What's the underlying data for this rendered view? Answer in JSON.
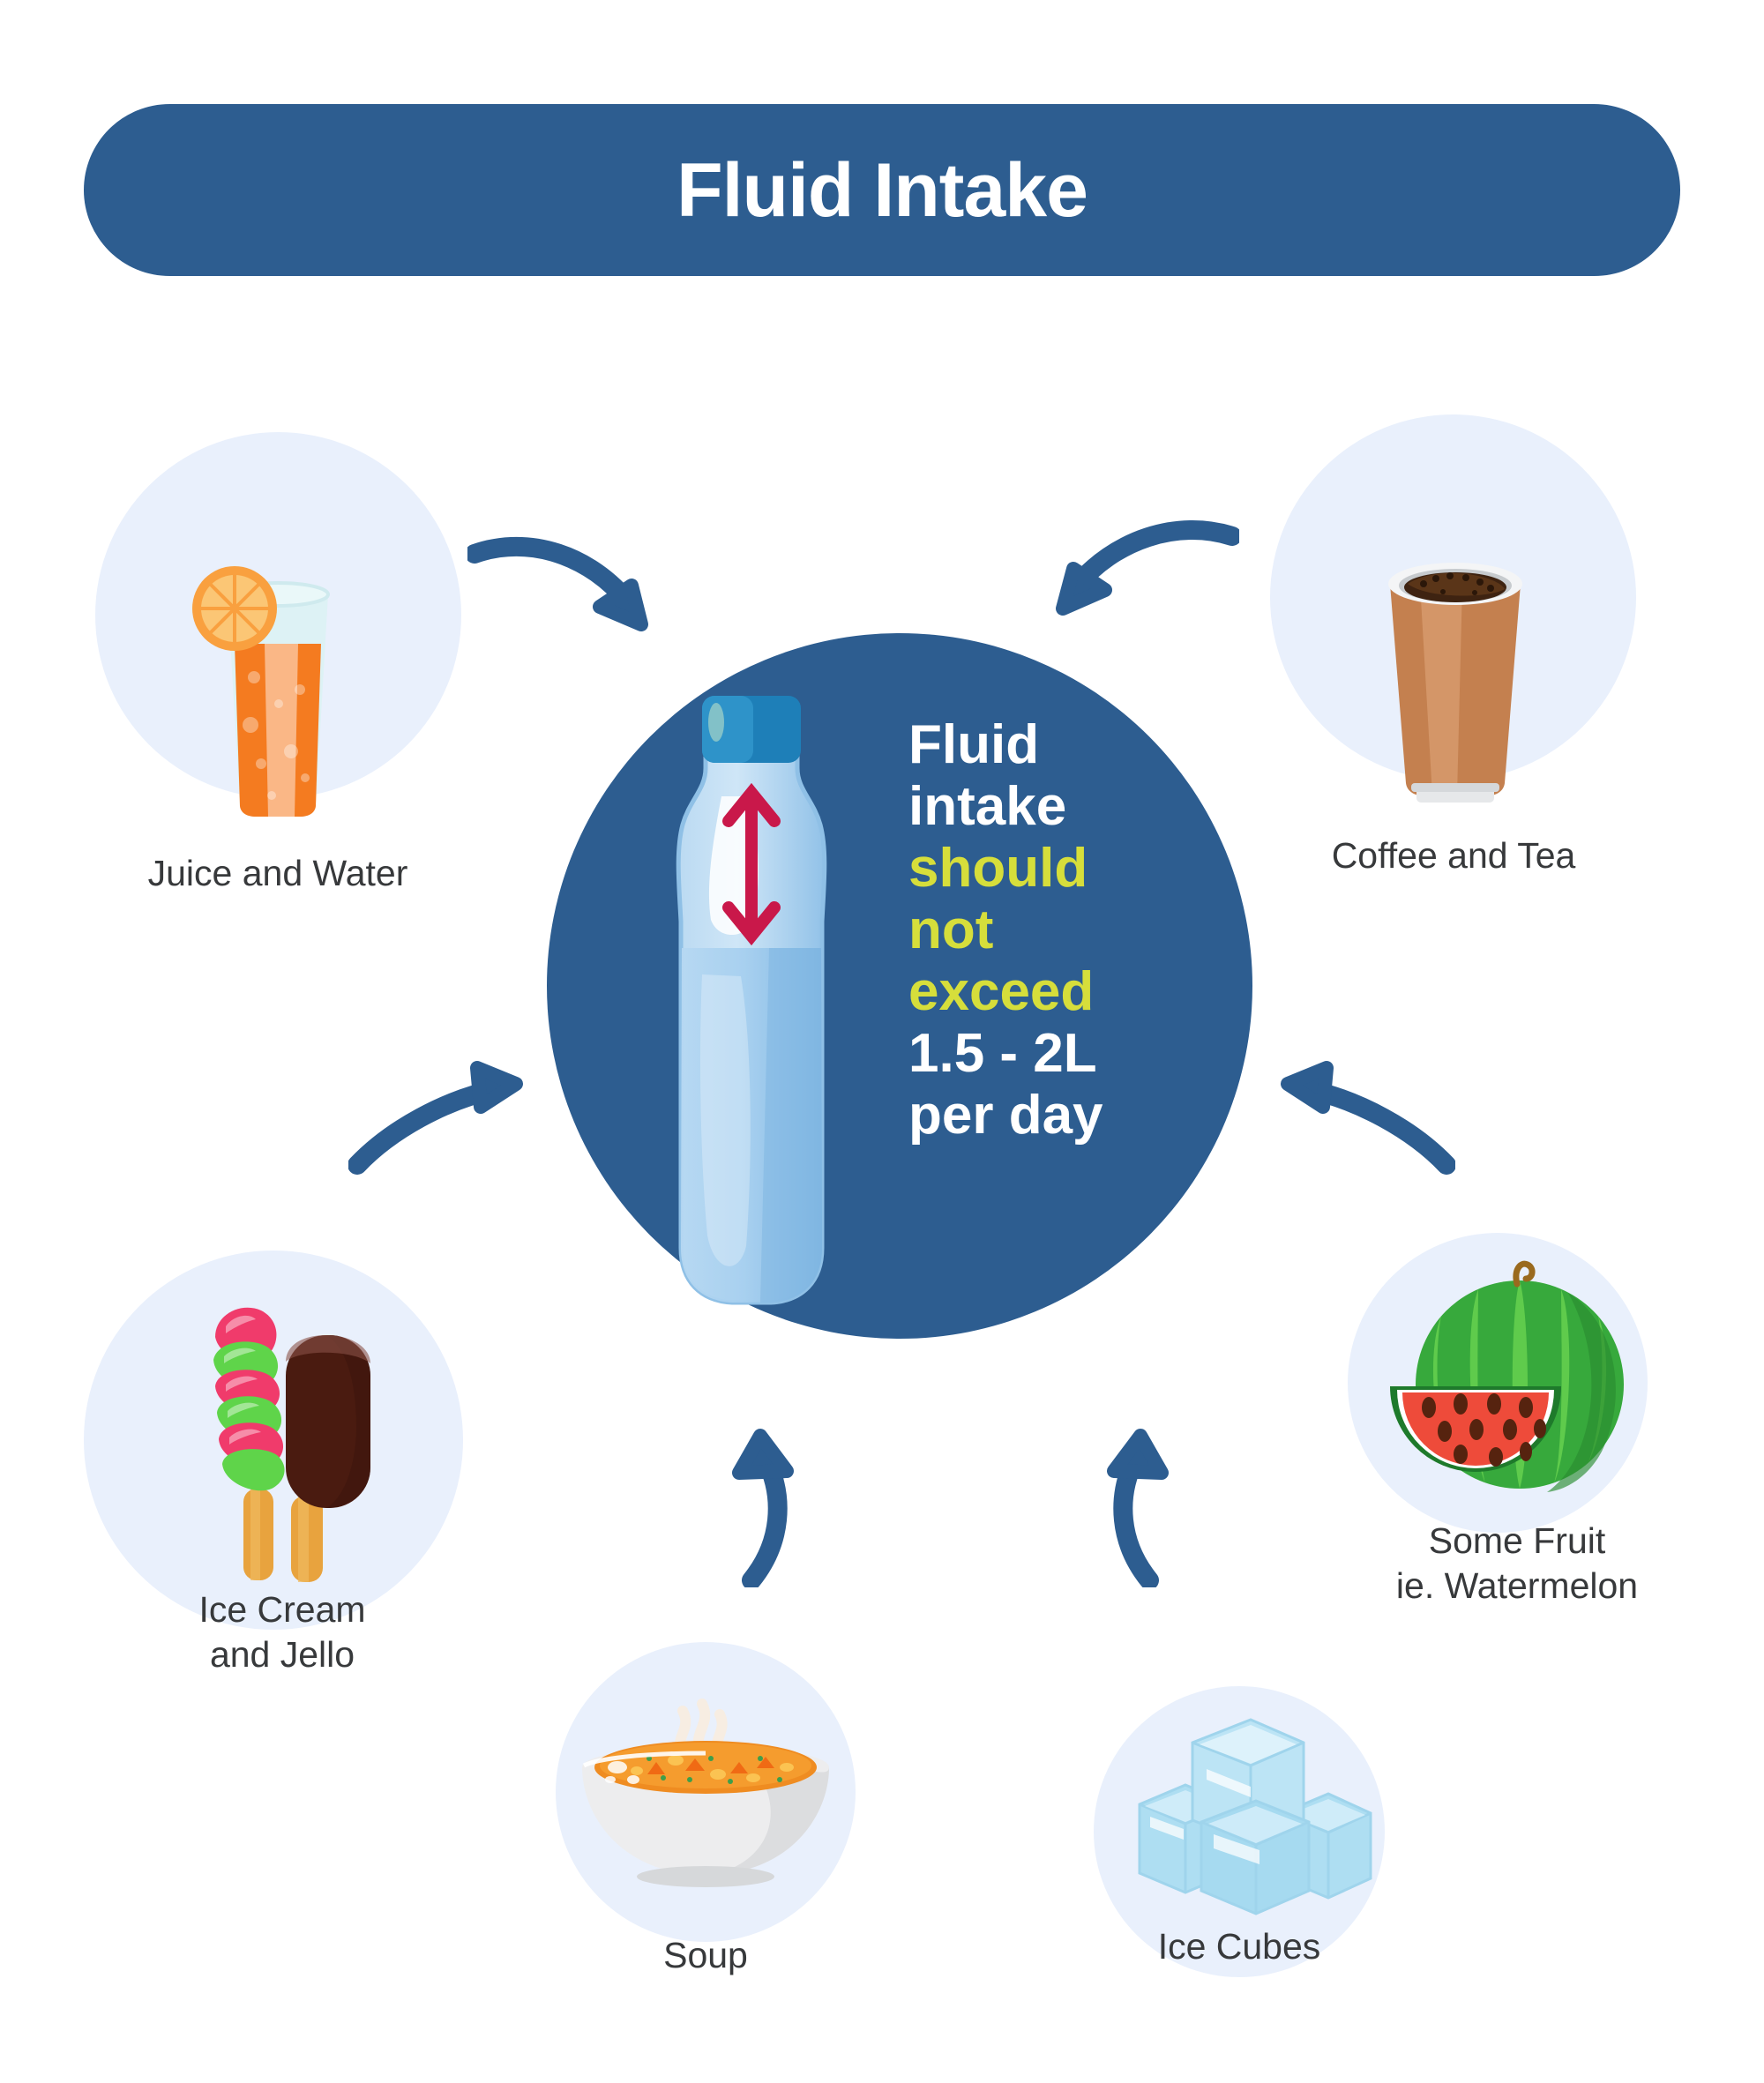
{
  "header": {
    "title": "Fluid Intake",
    "background_color": "#2D5D90",
    "text_color": "#FFFFFF"
  },
  "center": {
    "circle_color": "#2D5D90",
    "highlight_color": "#D6DE3B",
    "line1": "Fluid",
    "line2": "intake",
    "line3_highlight": "should",
    "line4_highlight": "not",
    "line5_highlight": "exceed",
    "line6": "1.5 - 2L",
    "line7": "per day",
    "full_text": "Fluid intake should not exceed 1.5 - 2L per day",
    "icon": "water-bottle-icon",
    "arrow_icon": "double-headed-arrow-icon",
    "arrow_color": "#C9184A"
  },
  "items": [
    {
      "id": "juice-and-water",
      "label": "Juice and Water",
      "icon": "juice-glass-icon",
      "bubble_color": "#E9F0FC"
    },
    {
      "id": "coffee-and-tea",
      "label": "Coffee and Tea",
      "icon": "coffee-cup-icon",
      "bubble_color": "#E9F0FC"
    },
    {
      "id": "some-fruit",
      "label": "Some Fruit\nie. Watermelon",
      "icon": "watermelon-icon",
      "bubble_color": "#E9F0FC"
    },
    {
      "id": "ice-cubes",
      "label": "Ice Cubes",
      "icon": "ice-cubes-icon",
      "bubble_color": "#E9F0FC"
    },
    {
      "id": "soup",
      "label": "Soup",
      "icon": "soup-bowl-icon",
      "bubble_color": "#E9F0FC"
    },
    {
      "id": "ice-cream-and-jello",
      "label": "Ice Cream\nand Jello",
      "icon": "popsicle-icon",
      "bubble_color": "#E9F0FC"
    }
  ],
  "arrows": {
    "color": "#2D5D90",
    "count": 6,
    "icon": "curved-arrow-icon"
  },
  "palette": {
    "page_background": "#FFFFFF",
    "brand_blue": "#2D5D90",
    "bubble_blue": "#E9F0FC",
    "label_text": "#37393B",
    "accent_yellow": "#D6DE3B",
    "juice_orange": "#F47B20",
    "coffee_brown": "#C4804F",
    "watermelon_green": "#37A93C",
    "watermelon_red": "#EE4B3A",
    "ice_blue": "#AEDEF2",
    "soup_orange": "#EF8C21"
  }
}
